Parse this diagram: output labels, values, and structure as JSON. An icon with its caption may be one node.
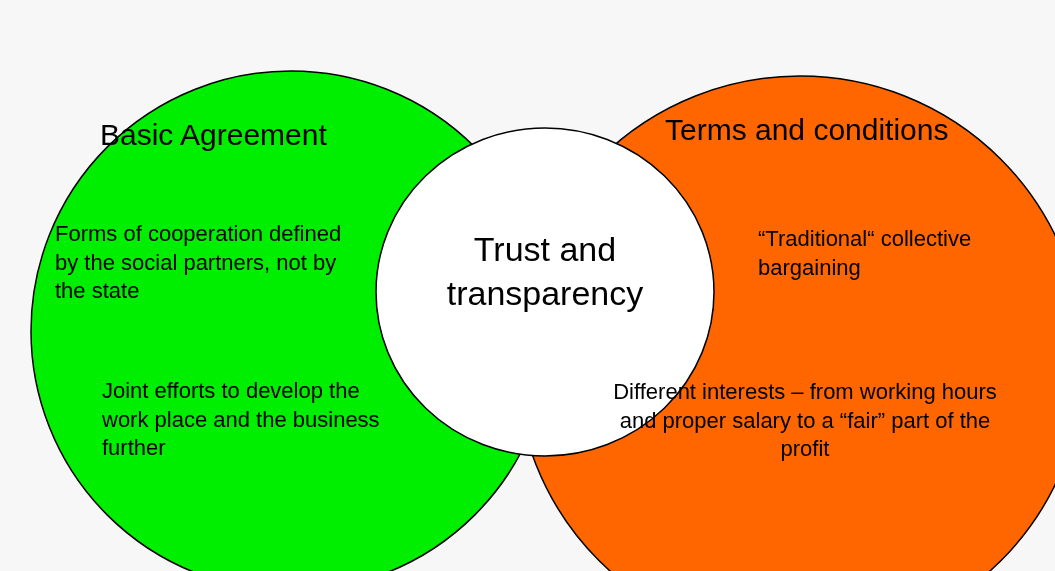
{
  "diagram": {
    "nodes": [
      {
        "text": [
          "Basic Agreement",
          "Forms of cooperation defined by the social partners, not by the state",
          "Joint efforts to develop the work place and the business further"
        ]
      },
      {
        "text": [
          "Terms and conditions",
          "“Traditional“ collective bargaining",
          "Different interests – from working hours and proper salary to a “fair” part of the profit"
        ]
      },
      {
        "text": [
          "Trust and transparency"
        ]
      }
    ]
  }
}
